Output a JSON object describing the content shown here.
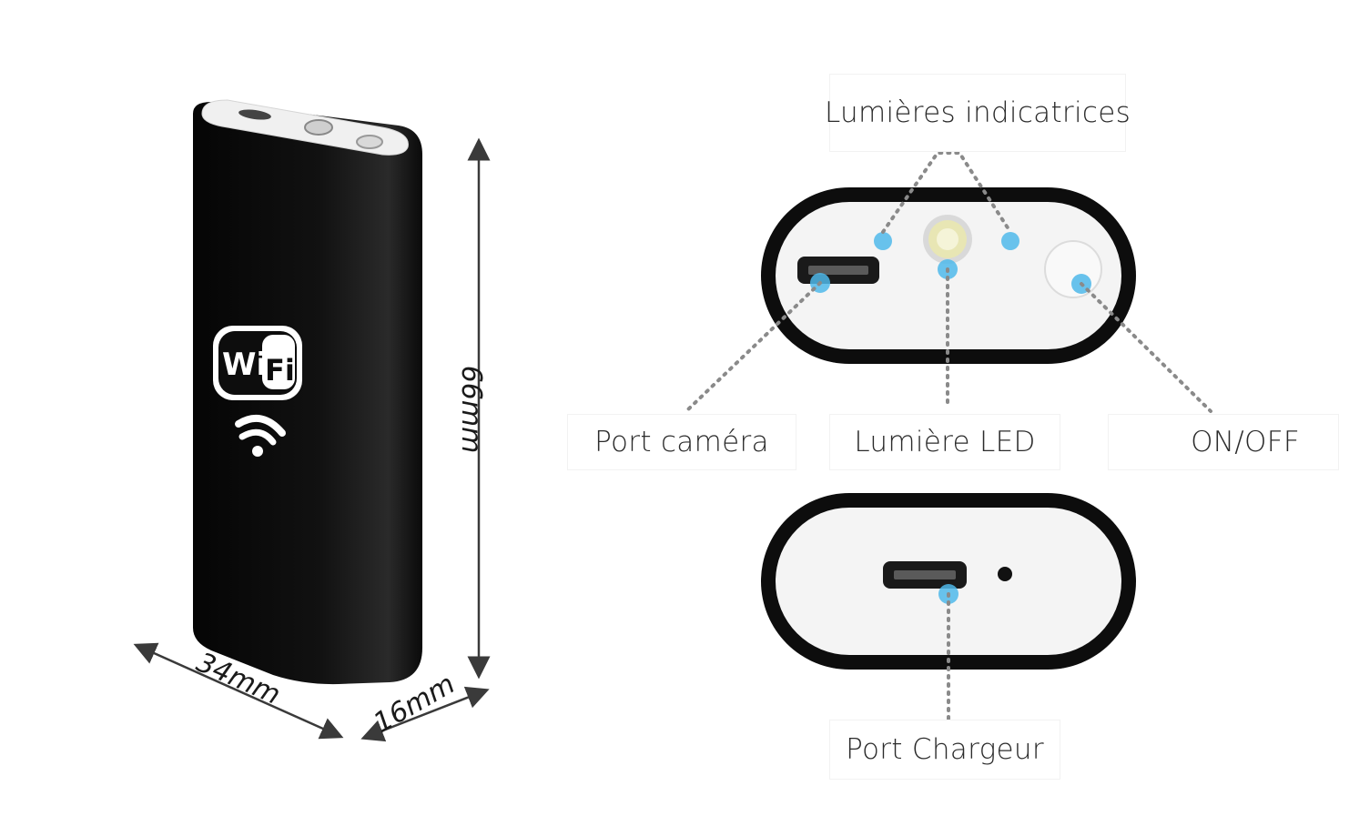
{
  "dimensions": {
    "height": "66mm",
    "width": "34mm",
    "depth": "16mm"
  },
  "device": {
    "logo_text_wi": "Wi",
    "logo_text_fi": "Fi"
  },
  "labels": {
    "indicator_lights": "Lumières indicatrices",
    "camera_port": "Port caméra",
    "led_light": "Lumière LED",
    "on_off": "ON/OFF",
    "charger_port": "Port Chargeur"
  },
  "colors": {
    "device_body": "#0d0d0d",
    "face_panel": "#f4f4f4",
    "callout_dot": "#4fb8ea",
    "dotted_line": "#8a8a8a",
    "led": "#e8e6b4"
  }
}
